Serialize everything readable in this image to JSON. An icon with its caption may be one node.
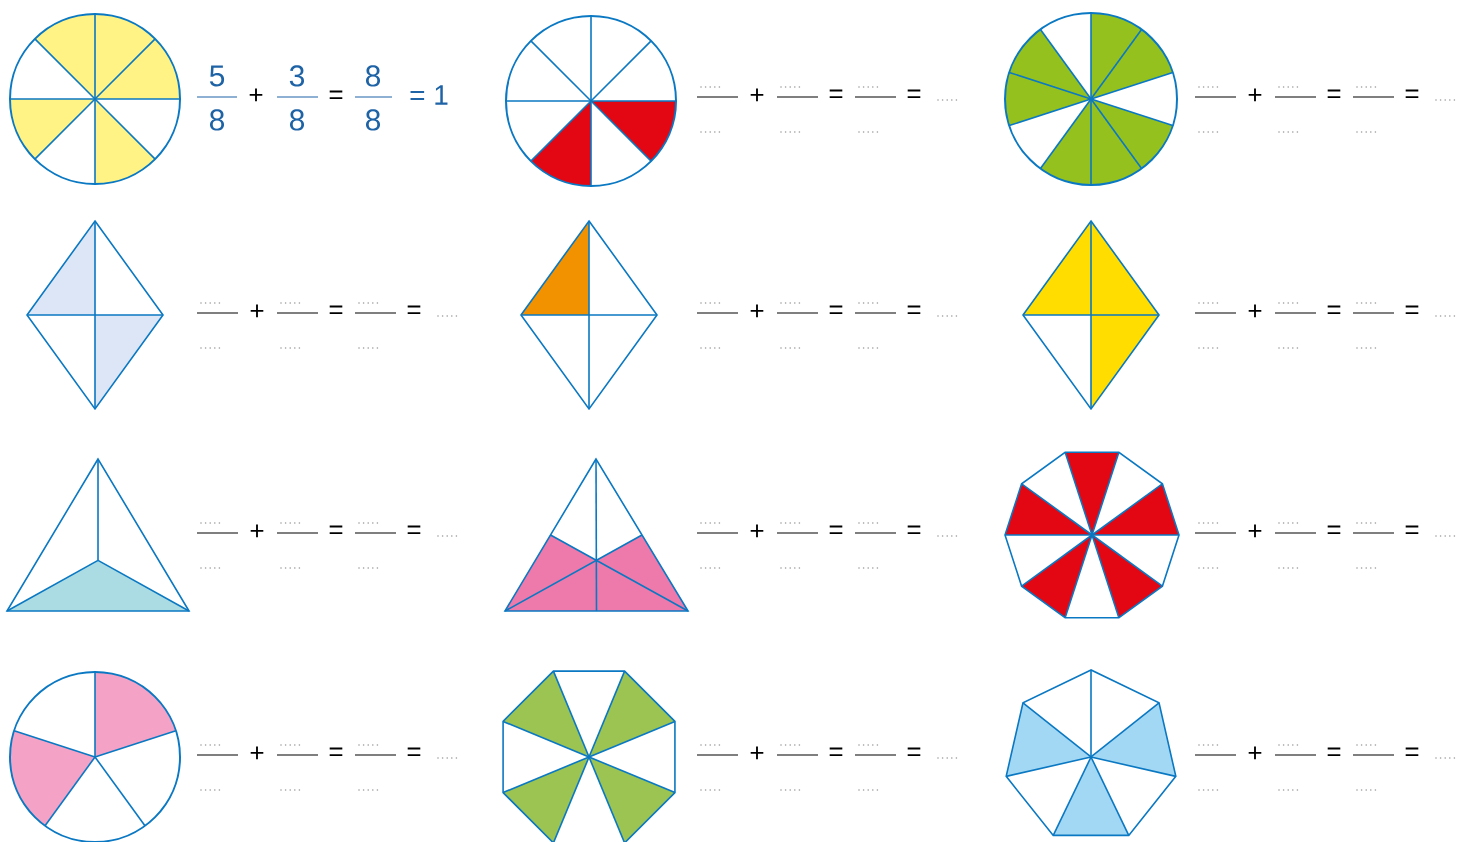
{
  "diagram": {
    "nodes": [
      {
        "text": [],
        "shape": "circle"
      },
      {
        "text": [],
        "shape": "circle"
      },
      {
        "text": [],
        "shape": "circle"
      },
      {
        "text": [],
        "shape": "diamond"
      },
      {
        "text": [],
        "shape": "diamond"
      },
      {
        "text": [],
        "shape": "diamond"
      },
      {
        "text": [],
        "shape": "triangle"
      },
      {
        "text": [],
        "shape": "triangle"
      },
      {
        "text": [],
        "shape": "decagon"
      },
      {
        "text": [],
        "shape": "circle"
      },
      {
        "text": [],
        "shape": "octagon"
      },
      {
        "text": [],
        "shape": "heptagon"
      }
    ],
    "labels": [
      "5",
      "8",
      "+",
      "3",
      "8",
      "=",
      "8",
      "8",
      "= 1",
      "+",
      "=",
      "=",
      "+",
      "=",
      "=",
      "+",
      "=",
      "=",
      "+",
      "=",
      "=",
      "+",
      "=",
      "=",
      "+",
      "=",
      "=",
      "+",
      "=",
      "=",
      "+",
      "=",
      "=",
      "+",
      "=",
      "=",
      "+",
      "=",
      "=",
      "+",
      "=",
      "="
    ]
  }
}
